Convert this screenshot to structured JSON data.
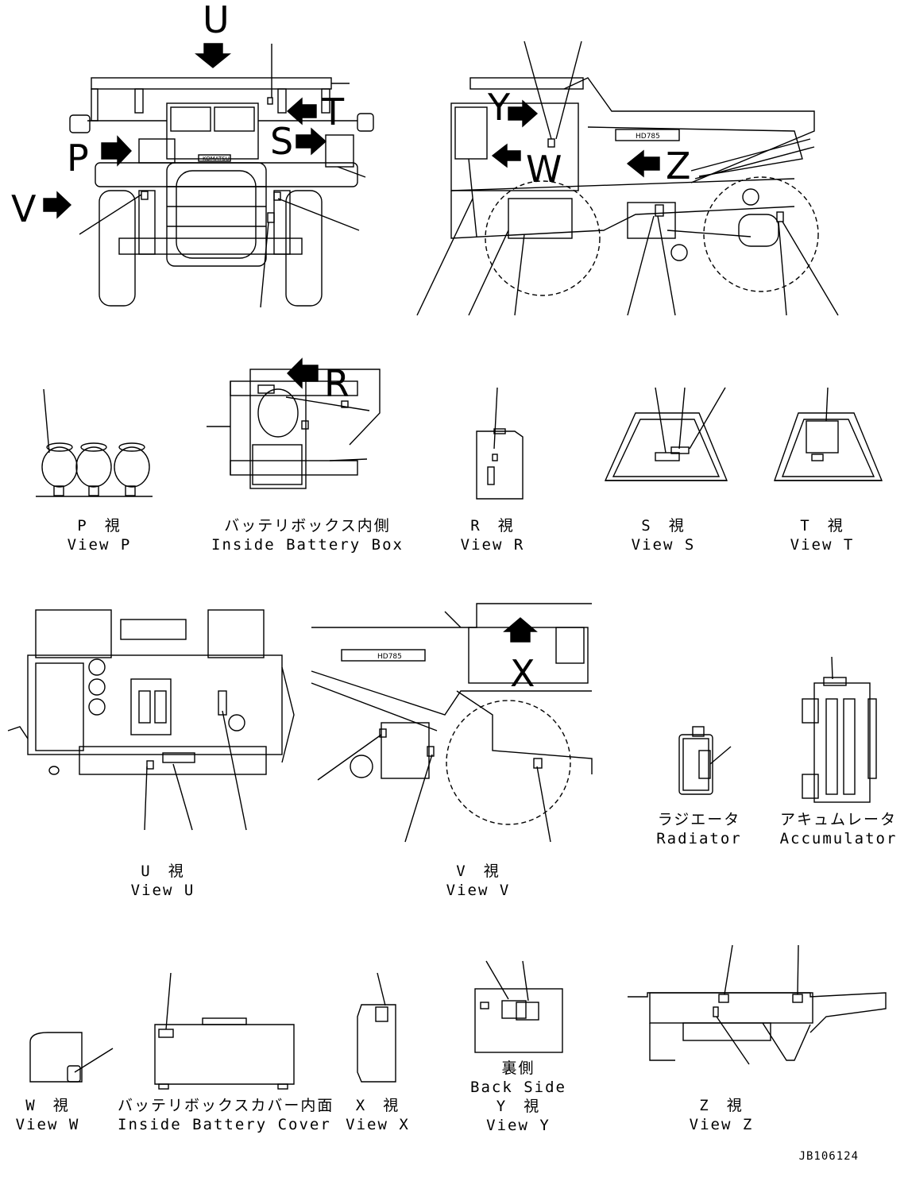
{
  "arrows": {
    "U": "U",
    "T": "T",
    "S": "S",
    "P": "P",
    "V": "V",
    "Y": "Y",
    "W": "W",
    "Z": "Z",
    "R": "R",
    "X": "X"
  },
  "views": {
    "p": {
      "jp": "P　視",
      "en": "View P"
    },
    "battery_inside": {
      "jp": "バッテリボックス内側",
      "en": "Inside Battery Box"
    },
    "r": {
      "jp": "R　視",
      "en": "View R"
    },
    "s": {
      "jp": "S　視",
      "en": "View S"
    },
    "t": {
      "jp": "T　視",
      "en": "View T"
    },
    "u": {
      "jp": "U　視",
      "en": "View U"
    },
    "v": {
      "jp": "V　視",
      "en": "View V"
    },
    "radiator": {
      "jp": "ラジエータ",
      "en": "Radiator"
    },
    "accumulator": {
      "jp": "アキュムレータ",
      "en": "Accumulator"
    },
    "w": {
      "jp": "W　視",
      "en": "View W"
    },
    "battery_cover": {
      "jp": "バッテリボックスカバー内面",
      "en": "Inside Battery Cover"
    },
    "x": {
      "jp": "X　視",
      "en": "View X"
    },
    "y": {
      "jp": "裏側",
      "en": "Back Side",
      "jp2": "Y　視",
      "en2": "View Y"
    },
    "z": {
      "jp": "Z　視",
      "en": "View Z"
    }
  },
  "model_plate": "HD785",
  "brand_plate": "KOMATSU",
  "doc_id": "JB106124"
}
